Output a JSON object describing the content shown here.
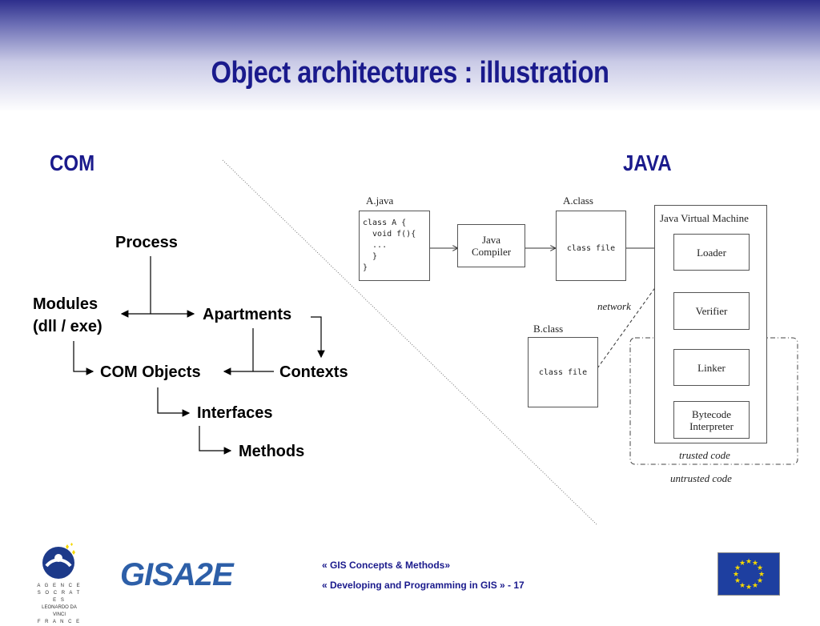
{
  "title": "Object architectures : illustration",
  "sections": {
    "com": "COM",
    "java": "JAVA"
  },
  "com_diagram": {
    "process": "Process",
    "modules_line1": "Modules",
    "modules_line2": "(dll / exe)",
    "apartments": "Apartments",
    "com_objects": "COM Objects",
    "contexts": "Contexts",
    "interfaces": "Interfaces",
    "methods": "Methods"
  },
  "java_diagram": {
    "a_java_label": "A.java",
    "a_java_code": "class A {\n  void f(){\n  ...\n  }\n}",
    "compiler_line1": "Java",
    "compiler_line2": "Compiler",
    "a_class_label": "A.class",
    "a_class_text": "class file",
    "jvm_label": "Java Virtual Machine",
    "loader": "Loader",
    "verifier": "Verifier",
    "linker": "Linker",
    "interpreter_line1": "Bytecode",
    "interpreter_line2": "Interpreter",
    "network": "network",
    "b_class_label": "B.class",
    "b_class_text": "class file",
    "trusted": "trusted code",
    "untrusted": "untrusted code"
  },
  "footer": {
    "line1": "« GIS Concepts & Methods»",
    "line2": "«  Developing and Programming in GIS  » - 17",
    "socrates_lines": [
      "A G E N C E",
      "S O C R A T E S",
      "LEONARDO DA VINCI",
      "F R A N C E"
    ],
    "gisa_logo": "GISA2E"
  },
  "colors": {
    "title_blue": "#1a1a8c",
    "band_dark": "#2e2f8c",
    "eu_blue": "#1e3fa0",
    "eu_star": "#f5d800"
  }
}
